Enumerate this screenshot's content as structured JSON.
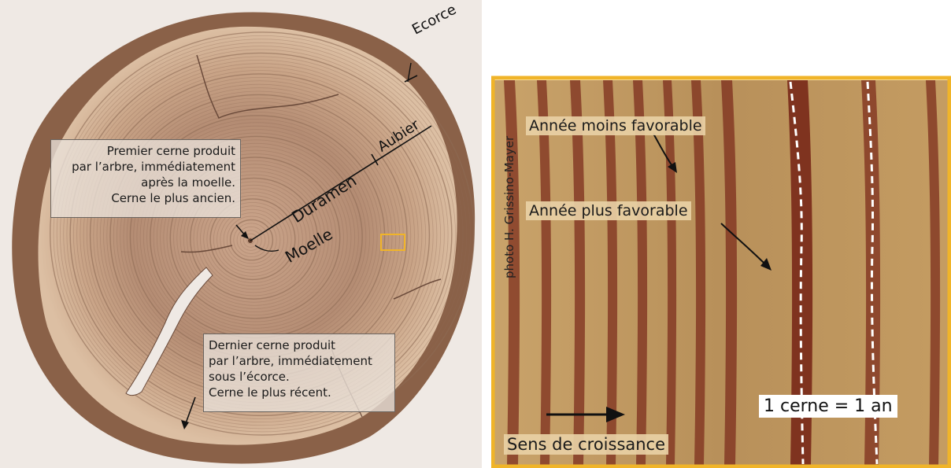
{
  "left_panel": {
    "labels": {
      "ecorce": "Ecorce",
      "aubier": "Aubier",
      "duramen": "Duramen",
      "moelle": "Moelle"
    },
    "box_first_ring": {
      "line1": "Premier cerne produit",
      "line2": "par l’arbre, immédiatement",
      "line3": "après la moelle.",
      "line4": "Cerne le plus ancien."
    },
    "box_last_ring": {
      "line1": "Dernier cerne produit",
      "line2": "par l’arbre, immédiatement",
      "line3": "sous l’écorce.",
      "line4": "Cerne le plus récent."
    }
  },
  "right_panel": {
    "credit": "photo H. Grissino-Mayer",
    "label_less_favorable": "Année moins favorable",
    "label_more_favorable": "Année plus favorable",
    "label_ring": "1 cerne = 1 an",
    "label_growth": "Sens de croissance"
  },
  "colors": {
    "highlight_border": "#f0b429",
    "bark": "#8a6148",
    "sapwood": "#d9b99c",
    "heartwood": "#b08670",
    "latewood": "#7a2a1a"
  }
}
